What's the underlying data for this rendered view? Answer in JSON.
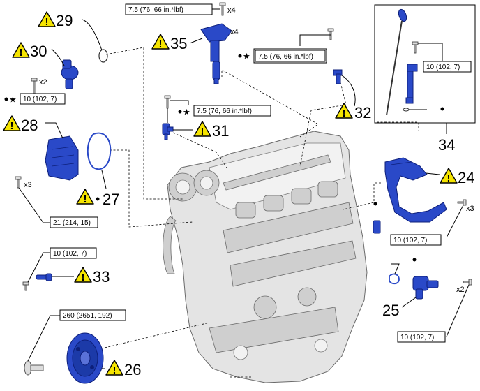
{
  "callouts": {
    "c24": "24",
    "c25": "25",
    "c26": "26",
    "c27": "27",
    "c28": "28",
    "c29": "29",
    "c30": "30",
    "c31": "31",
    "c32": "32",
    "c33": "33",
    "c34": "34",
    "c35": "35"
  },
  "specs": {
    "s_7_5": "7.5 (76, 66 in.*lbf)",
    "s_10": "10 (102, 7)",
    "s_21": "21 (214, 15)",
    "s_260": "260 (2651, 192)"
  },
  "quantities": {
    "x2": "x2",
    "x3": "x3",
    "x4": "x4"
  },
  "symbols": {
    "warning": "!",
    "dot": "●",
    "star": "★"
  },
  "colors": {
    "part_blue": "#2a49c8",
    "warning_yellow": "#f5e400",
    "engine_gray": "#e4e4e4"
  }
}
